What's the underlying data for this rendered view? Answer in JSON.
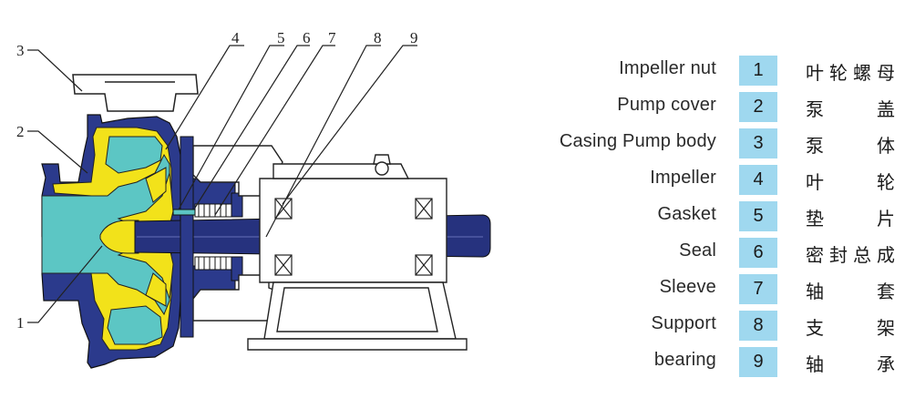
{
  "callouts": [
    "1",
    "2",
    "3",
    "4",
    "5",
    "6",
    "7",
    "8",
    "9"
  ],
  "parts": [
    {
      "num": "1",
      "en": "Impeller nut",
      "zh": "叶轮螺母"
    },
    {
      "num": "2",
      "en": "Pump cover",
      "zh": "泵盖"
    },
    {
      "num": "3",
      "en": "Casing Pump body",
      "zh": "泵体"
    },
    {
      "num": "4",
      "en": "Impeller",
      "zh": "叶轮"
    },
    {
      "num": "5",
      "en": "Gasket",
      "zh": "垫片"
    },
    {
      "num": "6",
      "en": "Seal",
      "zh": "密封总成"
    },
    {
      "num": "7",
      "en": "Sleeve",
      "zh": "轴套"
    },
    {
      "num": "8",
      "en": "Support",
      "zh": "支架"
    },
    {
      "num": "9",
      "en": "bearing",
      "zh": "轴承"
    }
  ],
  "colors": {
    "casing": "#2b3a8c",
    "lining": "#f2e21a",
    "fluid": "#5cc6c4",
    "shaft": "#26327e",
    "frame_fill": "#ffffff",
    "outline": "#222222",
    "label_box": "#9fd8ef"
  }
}
